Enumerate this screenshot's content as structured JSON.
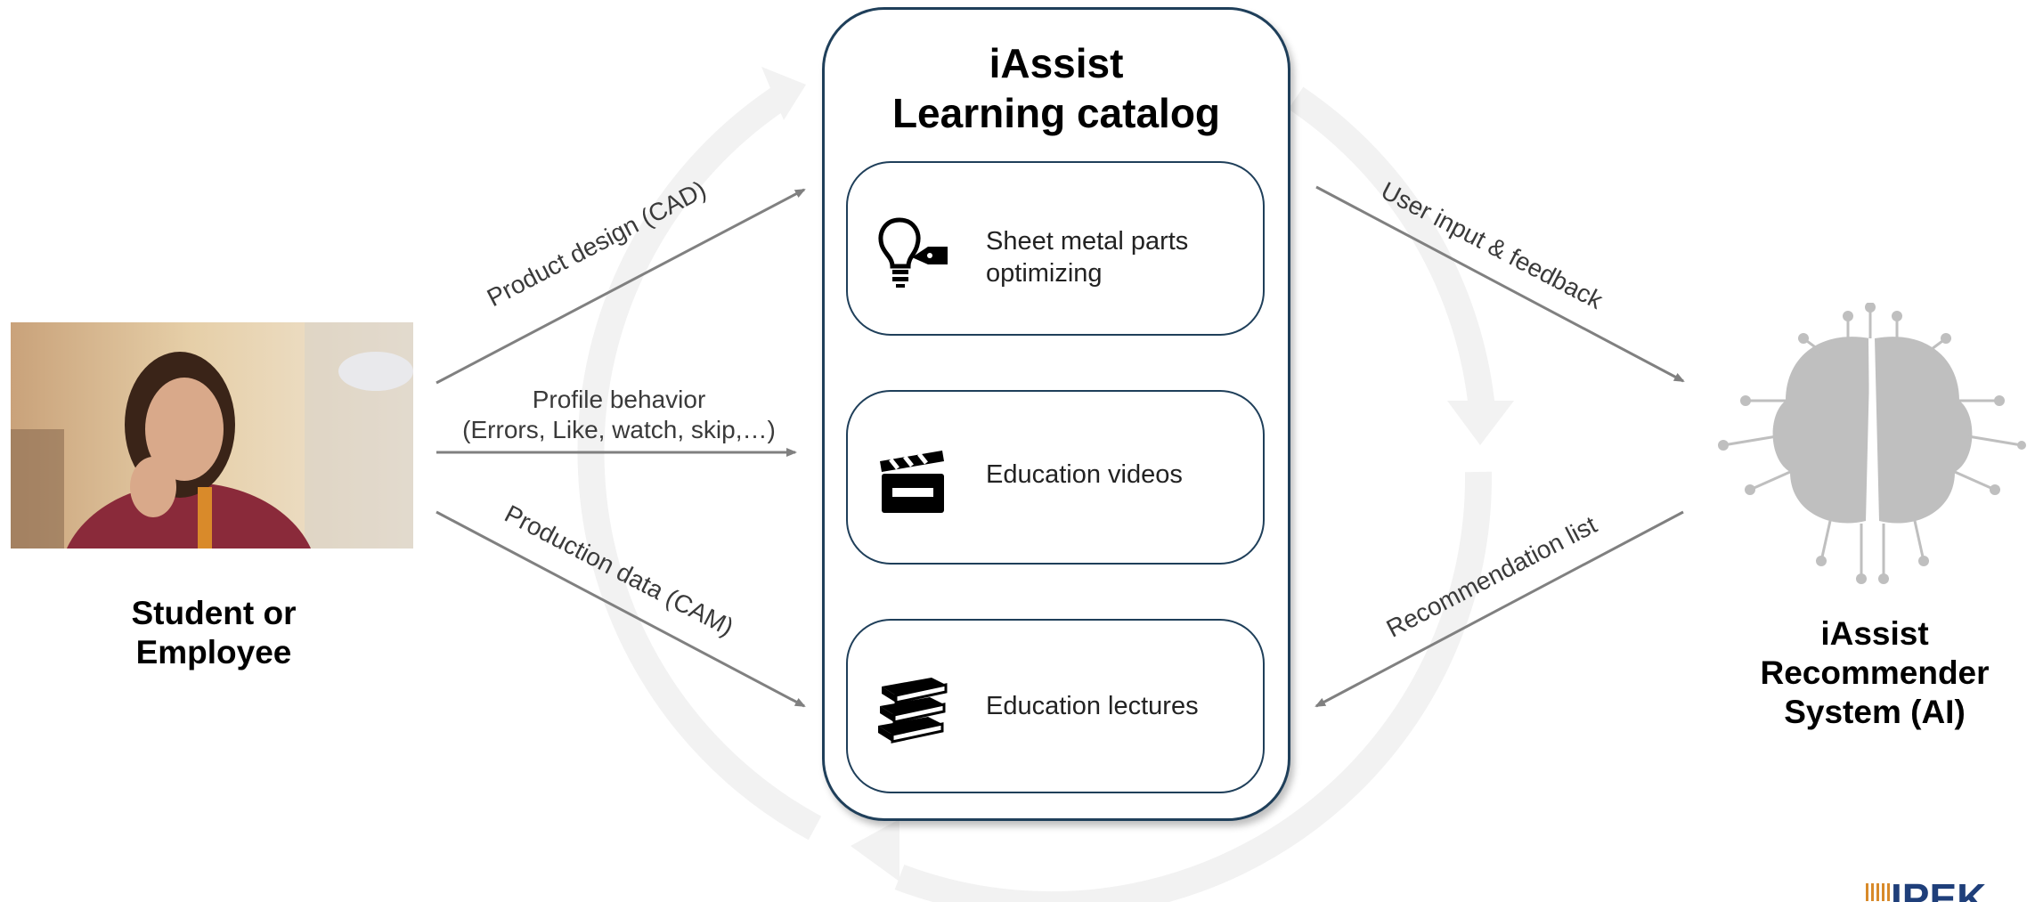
{
  "actors": {
    "left_label_line1": "Student or",
    "left_label_line2": "Employee",
    "right_label_line1": "iAssist",
    "right_label_line2": "Recommender",
    "right_label_line3": "System (AI)"
  },
  "catalog": {
    "title_line1": "iAssist",
    "title_line2": "Learning catalog",
    "items": [
      {
        "label_line1": "Sheet metal parts",
        "label_line2": "optimizing",
        "icon": "lightbulb-icon"
      },
      {
        "label_line1": "Education videos",
        "label_line2": "",
        "icon": "clapperboard-icon"
      },
      {
        "label_line1": "Education lectures",
        "label_line2": "",
        "icon": "books-icon"
      }
    ]
  },
  "edges": {
    "product_design": "Product design (CAD)",
    "profile_line1": "Profile behavior",
    "profile_line2": "(Errors, Like, watch, skip,…)",
    "production_data": "Production data (CAM)",
    "user_input": "User input & feedback",
    "recommendation": "Recommendation list"
  },
  "logo": {
    "text": "IPEK"
  },
  "colors": {
    "box_border": "#1f3f5a",
    "arrow": "#808080",
    "cycle": "#f2f2f2",
    "brain": "#bfbfbf",
    "logo": "#1f3f7a"
  }
}
